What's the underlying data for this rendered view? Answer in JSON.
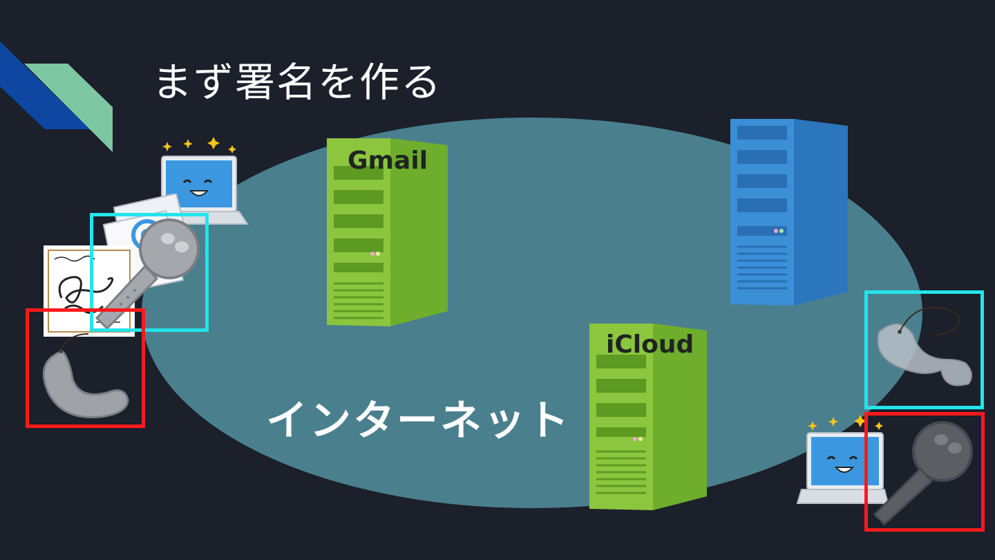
{
  "slide": {
    "title": "まず署名を作る",
    "network_label": "インターネット",
    "servers": [
      {
        "label": "Gmail",
        "color": "#8cc63f"
      },
      {
        "label": "iCloud",
        "color": "#8cc63f"
      },
      {
        "label": "",
        "color": "#3b8fd6"
      }
    ]
  },
  "icons": {
    "left_group": [
      "laptop-icon",
      "email-envelope-icon",
      "signature-card-icon",
      "key-icon",
      "stone-key-icon"
    ],
    "right_group": [
      "stone-key-icon",
      "laptop-icon",
      "key-icon"
    ]
  },
  "colors": {
    "background": "#1b202b",
    "ellipse": "#4a7f8e",
    "highlight_red": "#ff1a1a",
    "highlight_cyan": "#22e5ea",
    "accent_blue": "#0d47a1",
    "accent_green": "#7ec7a3"
  }
}
